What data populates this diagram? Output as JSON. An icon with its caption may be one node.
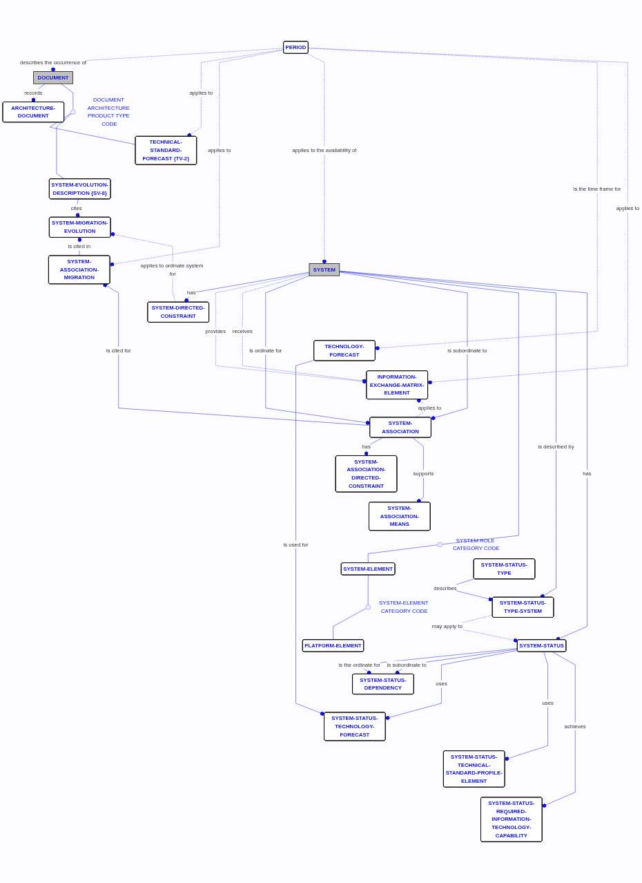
{
  "diagram": {
    "nodes": [
      {
        "text": [
          "DOCUMENT"
        ]
      },
      {
        "text": [
          "ARCHITECTURE-DOCUMENT"
        ]
      },
      {
        "text": [],
        "shape": "circle",
        "beside": [
          "DOCUMENT ARCHITECTURE PRODUCT TYPE CODE"
        ]
      },
      {
        "text": [
          "TECHNICAL-STANDARD-FORECAST {TV-2}"
        ]
      },
      {
        "text": [
          "SYSTEM-EVOLUTION-DESCRIPTION {SV-8}"
        ]
      },
      {
        "text": [
          "SYSTEM-MIGRATION-EVOLUTION"
        ]
      },
      {
        "text": [
          "PERIOD"
        ]
      },
      {
        "text": [
          "SYSTEM-ASSOCIATION-MIGRATION"
        ]
      },
      {
        "text": [
          "SYSTEM"
        ]
      },
      {
        "text": [
          "SYSTEM-DIRECTED-CONSTRAINT"
        ]
      },
      {
        "text": [
          "TECHNOLOGY-FORECAST"
        ]
      },
      {
        "text": [
          "INFORMATION-EXCHANGE-MATRIX-ELEMENT"
        ]
      },
      {
        "text": [
          "SYSTEM-ASSOCIATION"
        ]
      },
      {
        "text": [
          "SYSTEM-ASSOCIATION-DIRECTED-CONSTRAINT"
        ]
      },
      {
        "text": [
          "SYSTEM-ASSOCIATION-MEANS"
        ]
      },
      {
        "text": [],
        "shape": "circle",
        "beside": [
          "SYSTEM ROLE CATEGORY CODE"
        ]
      },
      {
        "text": [
          "SYSTEM-STATUS-TYPE"
        ]
      },
      {
        "text": [
          "SYSTEM-ELEMENT"
        ]
      },
      {
        "text": [
          "SYSTEM-STATUS-TYPE-SYSTEM"
        ]
      },
      {
        "text": [],
        "shape": "circle",
        "beside": [
          "SYSTEM-ELEMENT CATEGORY CODE"
        ]
      },
      {
        "text": [
          "SYSTEM-STATUS"
        ]
      },
      {
        "text": [
          "PLATFORM-ELEMENT"
        ]
      },
      {
        "text": [
          "SYSTEM-STATUS-DEPENDENCY"
        ]
      },
      {
        "text": [
          "SYSTEM-STATUS-TECHNOLOGY-FORECAST"
        ]
      },
      {
        "text": [
          "SYSTEM-STATUS-TECHNICAL-STANDARD-PROFILE-ELEMENT"
        ]
      },
      {
        "text": [
          "SYSTEM-STATUS-REQUIRED-INFORMATION-TECHNOLOGY-CAPABILITY"
        ]
      }
    ],
    "edges": [
      {
        "from": 0,
        "to": 1,
        "label": "records",
        "arrow": "other"
      },
      {
        "from": 6,
        "to": 0,
        "label": "describes the occurrence of",
        "arrow": "other",
        "style": "dashed"
      },
      {
        "from": 0,
        "to": 2,
        "arrow": "none"
      },
      {
        "from": 2,
        "to": 3,
        "arrow": "none"
      },
      {
        "from": 2,
        "to": 4,
        "arrow": "none"
      },
      {
        "from": 6,
        "to": 3,
        "label": "applies to",
        "arrow": "other",
        "style": "dashed"
      },
      {
        "from": 4,
        "to": 5,
        "label": "cites",
        "arrow": "other"
      },
      {
        "from": 6,
        "to": 7,
        "label": "applies to",
        "arrow": "other",
        "style": "dashed"
      },
      {
        "from": 7,
        "to": 5,
        "label": "is cited in",
        "arrow": "other"
      },
      {
        "from": 9,
        "to": 5,
        "label": "applies to ordinate system for",
        "arrow": "other",
        "style": "dashed"
      },
      {
        "from": 6,
        "to": 8,
        "label": "applies to the availability of",
        "arrow": "other",
        "style": "dashed"
      },
      {
        "from": 12,
        "to": 7,
        "label": "is cited for",
        "arrow": "other"
      },
      {
        "from": 8,
        "to": 9,
        "label": "has",
        "arrow": "other"
      },
      {
        "from": 6,
        "to": 10,
        "label": "is the time frame for",
        "arrow": "other",
        "style": "dashed"
      },
      {
        "from": 6,
        "to": 11,
        "label": "applies to",
        "arrow": "other",
        "style": "dashed"
      },
      {
        "from": 8,
        "to": 11,
        "label": "provides",
        "arrow": "other",
        "style": "dashed"
      },
      {
        "from": 8,
        "to": 11,
        "label": "receives",
        "arrow": "other",
        "style": "dashed"
      },
      {
        "from": 8,
        "to": 12,
        "label": "is ordinate for",
        "arrow": "other"
      },
      {
        "from": 8,
        "to": 12,
        "label": "is subordinate to",
        "arrow": "other"
      },
      {
        "from": 12,
        "to": 11,
        "label": "applies to",
        "arrow": "other",
        "style": "dashed"
      },
      {
        "from": 12,
        "to": 13,
        "label": "has",
        "arrow": "other"
      },
      {
        "from": 12,
        "to": 14,
        "label": "supports",
        "arrow": "other"
      },
      {
        "from": 8,
        "to": 15,
        "arrow": "none"
      },
      {
        "from": 15,
        "to": 17,
        "arrow": "none"
      },
      {
        "from": 17,
        "to": 19,
        "arrow": "none"
      },
      {
        "from": 19,
        "to": 21,
        "arrow": "none"
      },
      {
        "from": 16,
        "to": 18,
        "label": "describes",
        "arrow": "other"
      },
      {
        "from": 8,
        "to": 18,
        "label": "is described by",
        "arrow": "other"
      },
      {
        "from": 18,
        "to": 20,
        "label": "may apply to",
        "arrow": "other",
        "style": "dashed"
      },
      {
        "from": 8,
        "to": 20,
        "label": "has",
        "arrow": "other"
      },
      {
        "from": 20,
        "to": 22,
        "label": "is the ordinate for",
        "arrow": "other"
      },
      {
        "from": 20,
        "to": 22,
        "label": "is subordinate to",
        "arrow": "other"
      },
      {
        "from": 10,
        "to": 23,
        "label": "is used for",
        "arrow": "other"
      },
      {
        "from": 20,
        "to": 23,
        "label": "uses",
        "arrow": "other"
      },
      {
        "from": 20,
        "to": 24,
        "label": "uses",
        "arrow": "other"
      },
      {
        "from": 20,
        "to": 25,
        "label": "achieves",
        "arrow": "other"
      }
    ]
  }
}
